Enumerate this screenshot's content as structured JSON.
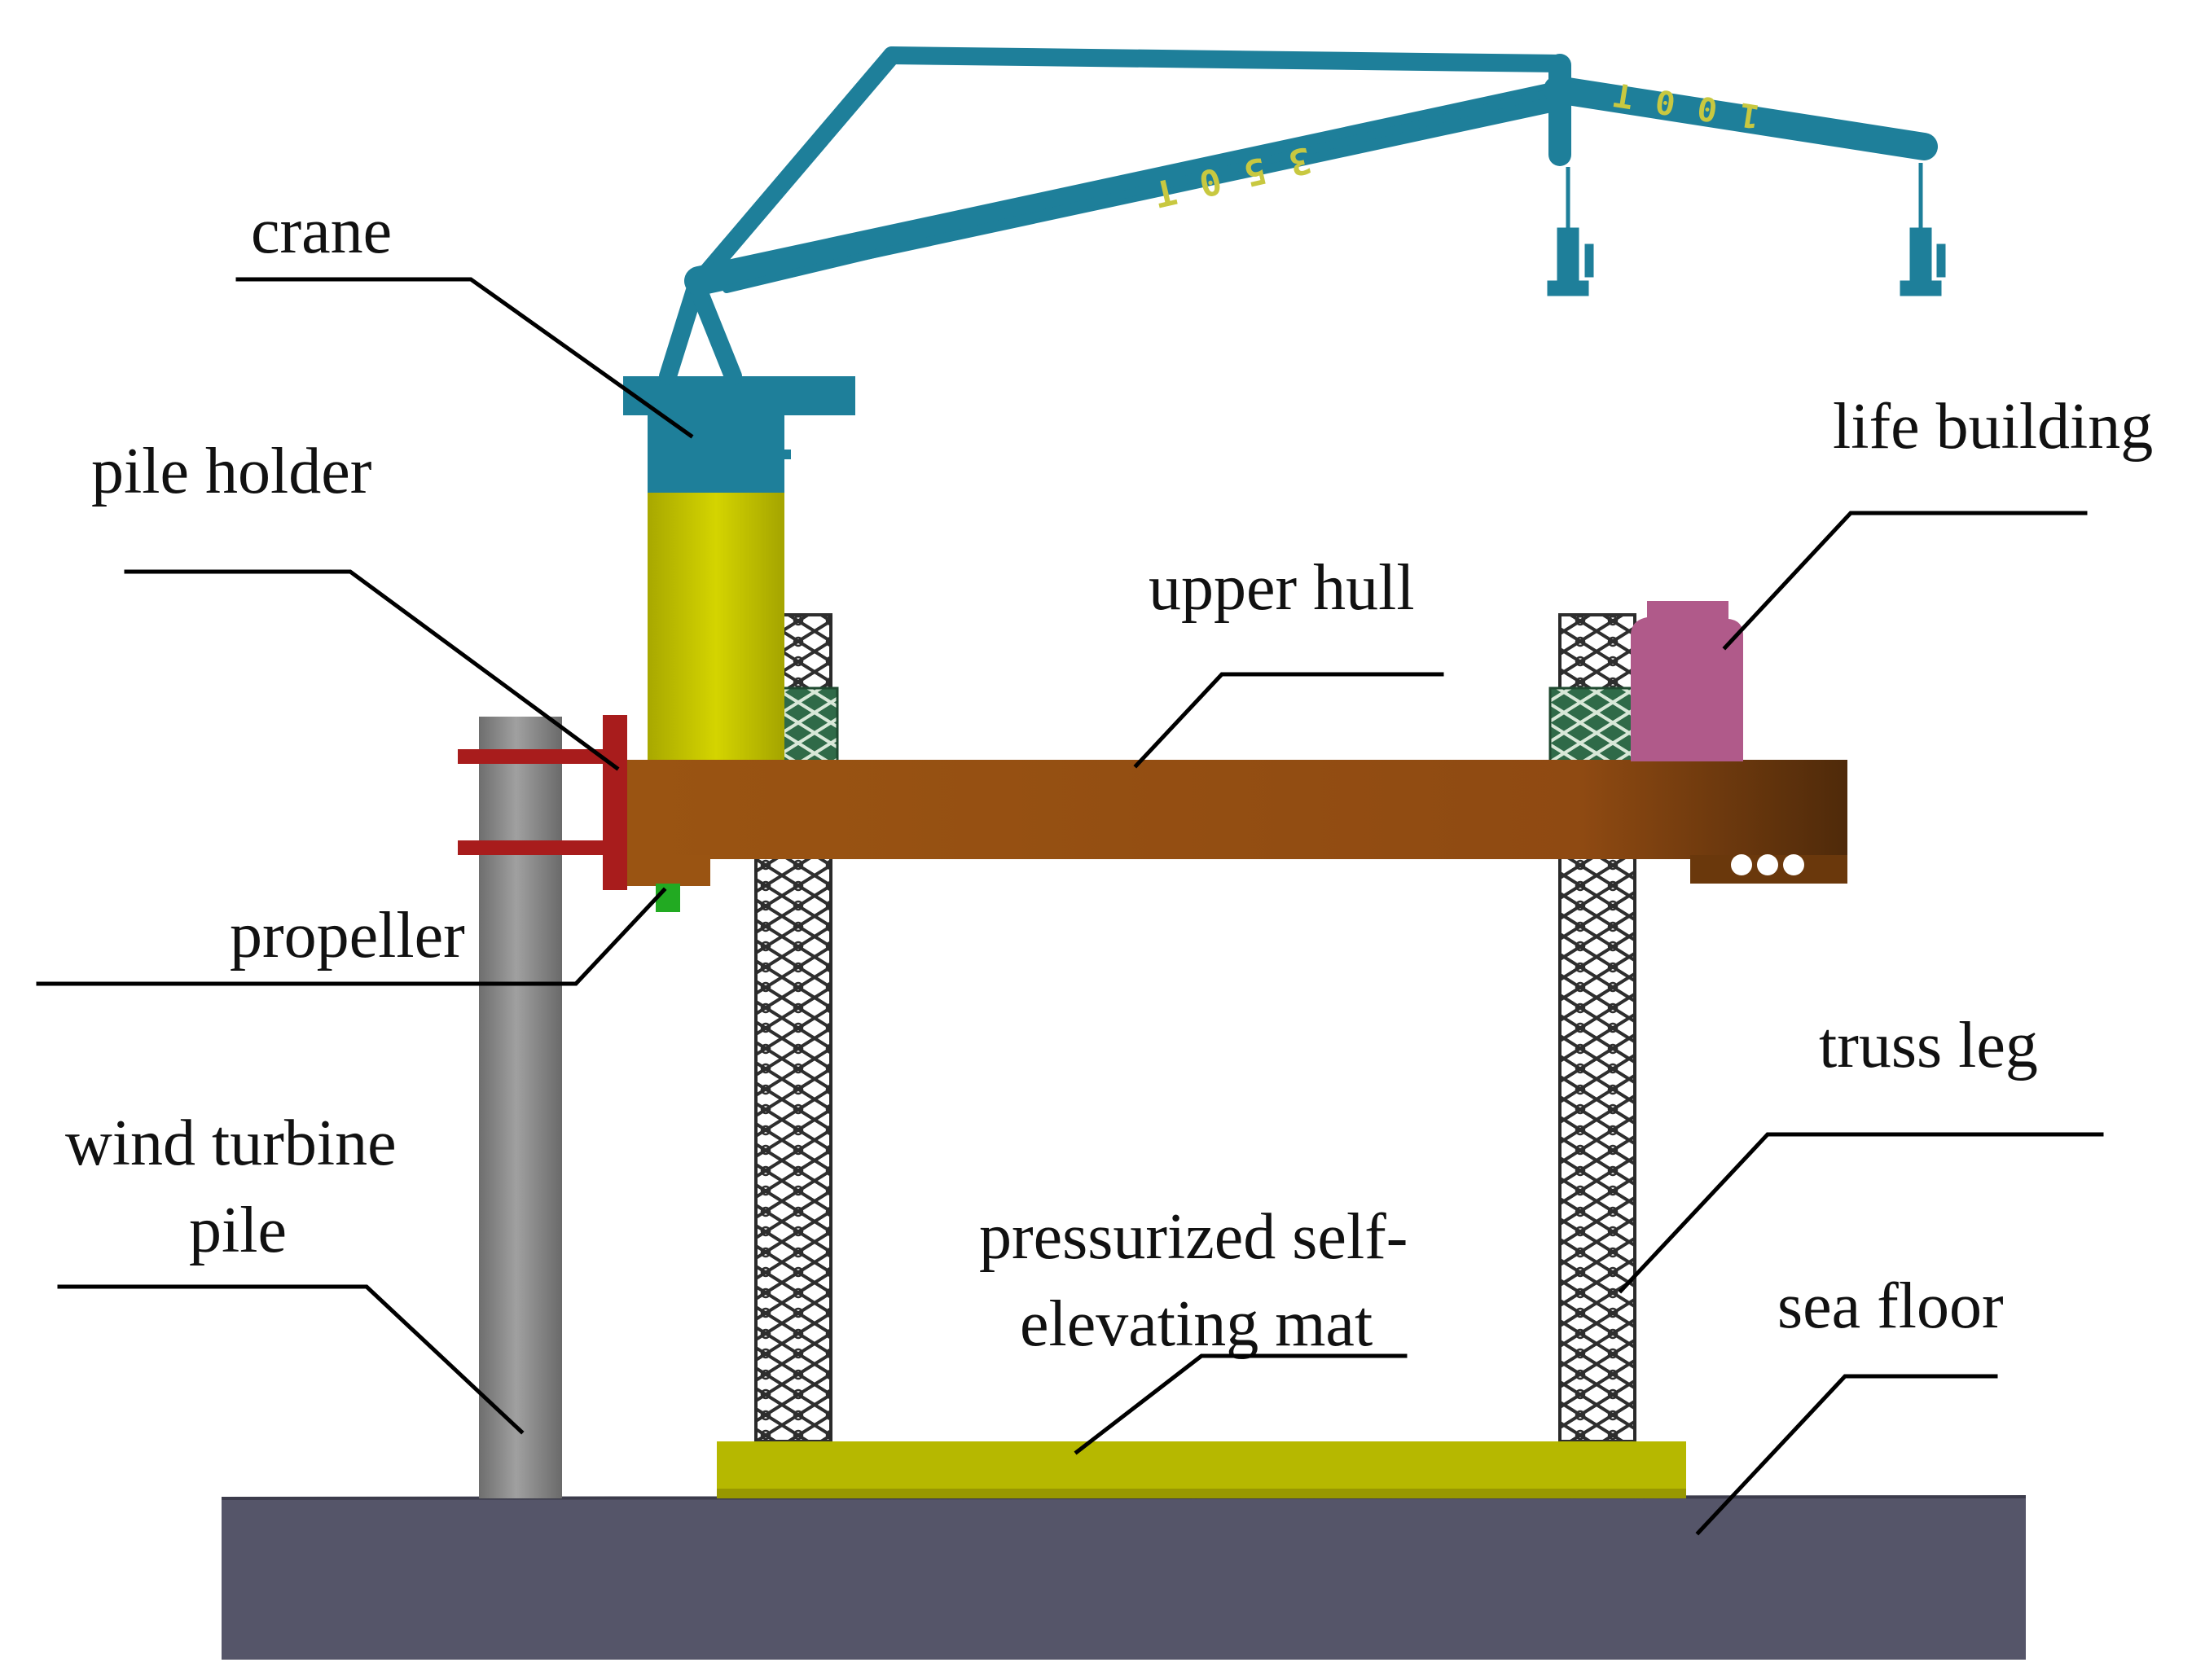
{
  "labels": {
    "crane": "crane",
    "pile_holder": "pile holder",
    "upper_hull": "upper hull",
    "life_building": "life building",
    "propeller": "propeller",
    "truss_leg": "truss leg",
    "wind_turbine_pile_1": "wind turbine",
    "wind_turbine_pile_2": "pile",
    "mat_1": "pressurized self-",
    "mat_2": "elevating mat",
    "sea_floor": "sea floor"
  },
  "crane_markings": {
    "main_boom": "350T",
    "jib": "100T"
  },
  "colors": {
    "crane_blue": "#1e7f9a",
    "crane_column_yellow": "#c8c800",
    "hull_brown": "#8f4a12",
    "hull_brown_dark": "#5a300c",
    "pile_holder_red": "#a81c1c",
    "life_building_pink": "#b05a8a",
    "mat_yellow": "#b6b800",
    "sea_floor": "#555569",
    "pile_gray": "#8a8a8a",
    "jack_house_green": "#2f6a48",
    "propeller_green": "#22aa22",
    "boom_text": "#c8c840"
  }
}
